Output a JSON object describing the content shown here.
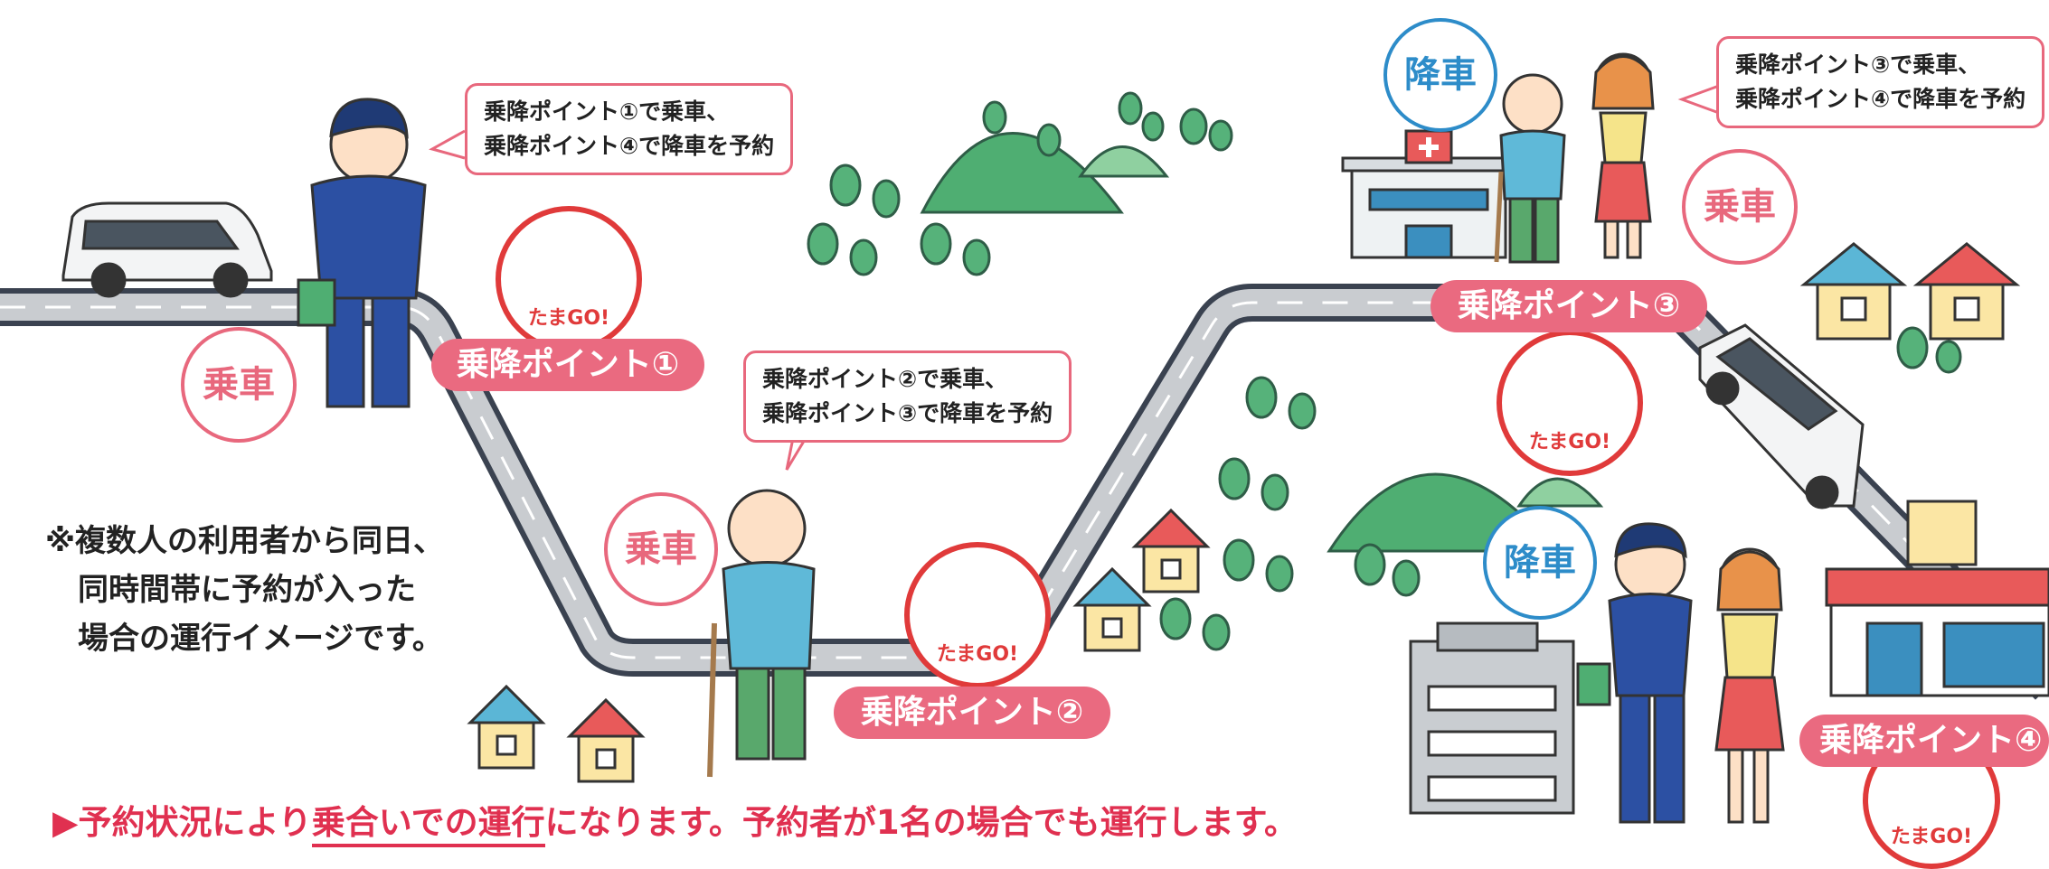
{
  "bubbles": {
    "b1": {
      "line1": "乗降ポイント①で乗車、",
      "line2": "乗降ポイント④で降車を予約"
    },
    "b2": {
      "line1": "乗降ポイント②で乗車、",
      "line2": "乗降ポイント③で降車を予約"
    },
    "b3": {
      "line1": "乗降ポイント③で乗車、",
      "line2": "乗降ポイント④で降車を予約"
    }
  },
  "points": {
    "p1": "乗降ポイント①",
    "p2": "乗降ポイント②",
    "p3": "乗降ポイント③",
    "p4": "乗降ポイント④"
  },
  "labels": {
    "board": "乗車",
    "alight": "降車"
  },
  "logo_text": "たまGO!",
  "note": {
    "line1": "※複数人の利用者から同日、",
    "line2": "同時間帯に予約が入った",
    "line3": "場合の運行イメージです。"
  },
  "bottom": {
    "marker": "▶",
    "pre": "予約状況により",
    "underlined": "乗合いでの運行",
    "post": "になります。予約者が1名の場合でも運行します。"
  },
  "colors": {
    "accent_pink": "#ea6a80",
    "accent_blue": "#2d8cc9",
    "road": "#9aa0a6",
    "logo_red": "#e03a3a"
  }
}
